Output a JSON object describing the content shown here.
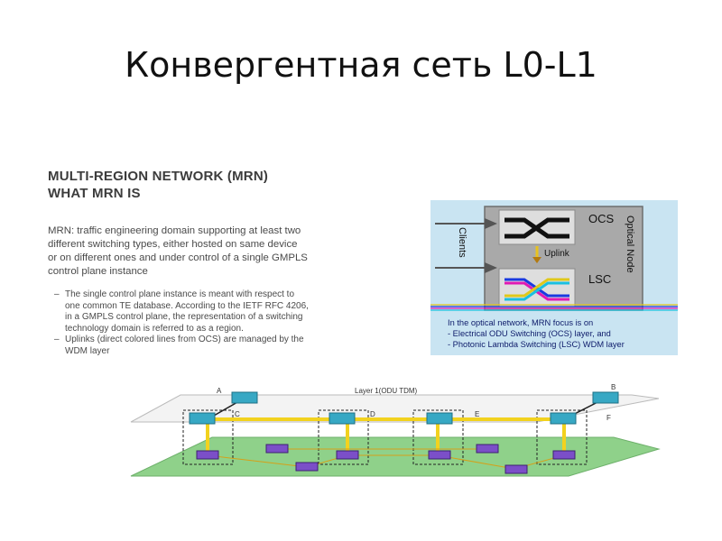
{
  "slide": {
    "title": "Конвергентная сеть L0-L1"
  },
  "mrn": {
    "heading_line1": "MULTI-REGION NETWORK (MRN)",
    "heading_line2": "WHAT MRN IS",
    "definition_lines": [
      "MRN: traffic engineering domain supporting at least two",
      "different switching types, either hosted on same device",
      "or on different ones and under control of a single GMPLS",
      "control plane instance"
    ],
    "bullet1_lines": [
      "The single control plane instance is meant with respect to",
      "one common TE database. According to the IETF RFC 4206,",
      "in a GMPLS control plane, the representation of a switching",
      "technology domain  is referred to as a region."
    ],
    "bullet2_lines": [
      "Uplinks (direct colored lines from OCS) are managed by the",
      "WDM layer"
    ],
    "dash": "–"
  },
  "optical": {
    "ocs_label": "OCS",
    "lsc_label": "LSC",
    "uplink_label": "Uplink",
    "clients_label": "Clients",
    "node_label": "Optical Node",
    "caption_line1": "In the optical network, MRN focus is on",
    "caption_line2": "-  Electrical ODU Switching (OCS)  layer, and",
    "caption_line3": "-  Photonic Lambda Switching (LSC) WDM  layer"
  },
  "network": {
    "layer_label": "Layer 1(ODU TDM)",
    "node_a": "A",
    "node_b": "B",
    "node_c": "C",
    "node_d": "D",
    "node_e": "E",
    "node_f": "F"
  },
  "colors": {
    "panel_bg": "#c9e4f2",
    "node_box": "#b4b4b4",
    "link_yellow": "#f2d21e",
    "layer_green": "#8fd18a",
    "switch_teal": "#37a8c4",
    "caption_navy": "#0d1b6a"
  }
}
